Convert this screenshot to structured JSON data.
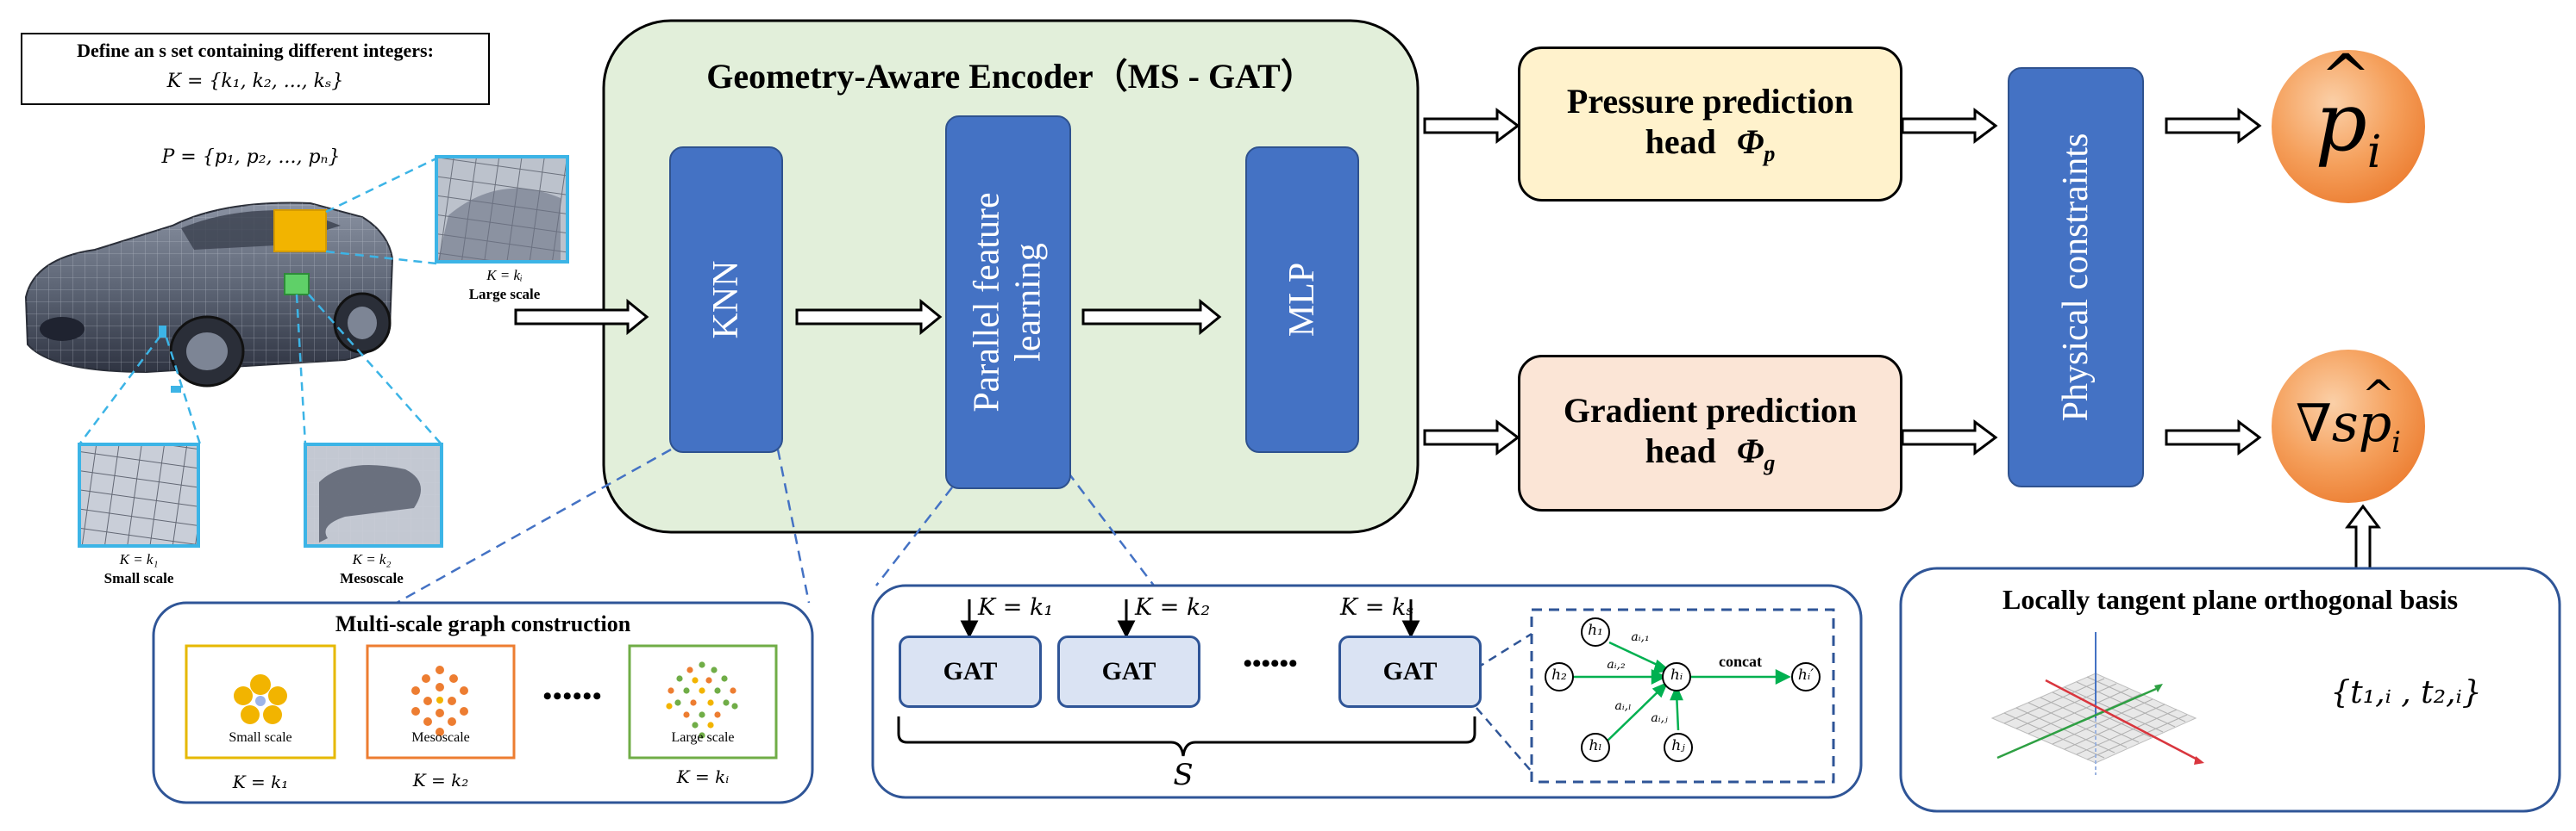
{
  "define_box": {
    "line1": "Define an s set containing different integers:",
    "line2": "K = {k₁, k₂, ..., kₛ}"
  },
  "point_set": "P = {p₁, p₂, ..., pₙ}",
  "car_insets": {
    "large": {
      "k": "K = kᵢ",
      "label": "Large scale"
    },
    "small": {
      "k": "K = k₁",
      "label": "Small scale"
    },
    "meso": {
      "k": "K = k₂",
      "label": "Mesoscale"
    }
  },
  "encoder": {
    "title": "Geometry-Aware Encoder（MS - GAT）",
    "knn": "KNN",
    "parallel": [
      "Parallel feature",
      "learning"
    ],
    "mlp": "MLP"
  },
  "heads": {
    "pressure": {
      "line1": "Pressure prediction",
      "line2": "head",
      "symbol": "Φ",
      "sub": "p"
    },
    "gradient": {
      "line1": "Gradient prediction",
      "line2": "head",
      "symbol": "Φ",
      "sub": "g"
    }
  },
  "physical": "Physical constraints",
  "outputs": {
    "pressure": {
      "symbol": "p",
      "sub": "i"
    },
    "gradient": {
      "prefix": "∇s",
      "symbol": "p",
      "sub": "i"
    }
  },
  "multiscale": {
    "title": "Multi-scale graph construction",
    "small": {
      "label": "Small scale",
      "k": "K = k₁"
    },
    "meso": {
      "label": "Mesoscale",
      "k": "K = k₂"
    },
    "large": {
      "label": "Large scale",
      "k": "K = kᵢ"
    },
    "dots": "••••••"
  },
  "gat_panel": {
    "gat_label": "GAT",
    "k1": "K = k₁",
    "k2": "K = k₂",
    "ks": "K = kₛ",
    "dots": "••••••",
    "brace_label": "S",
    "concat": "concat",
    "nodes": [
      "h₁",
      "h₂",
      "hᵢ",
      "hₗ",
      "hᵢ′",
      "hⱼ"
    ],
    "edges": [
      "aᵢ,₁",
      "aᵢ,₂",
      "aᵢ,ₗ",
      "aᵢ,ⱼ"
    ]
  },
  "tangent": {
    "title": "Locally tangent plane orthogonal basis",
    "basis": "{t₁,ᵢ , t₂,ᵢ}"
  },
  "colors": {
    "encoder_fill": "#e2efda",
    "blue_block": "#4472c4",
    "pressure_fill": "#fff2cc",
    "gradient_fill": "#fbe5d6",
    "output_ball": "#ed7d31",
    "panel_border": "#2f5597",
    "inset_border": "#3cb4e6"
  }
}
